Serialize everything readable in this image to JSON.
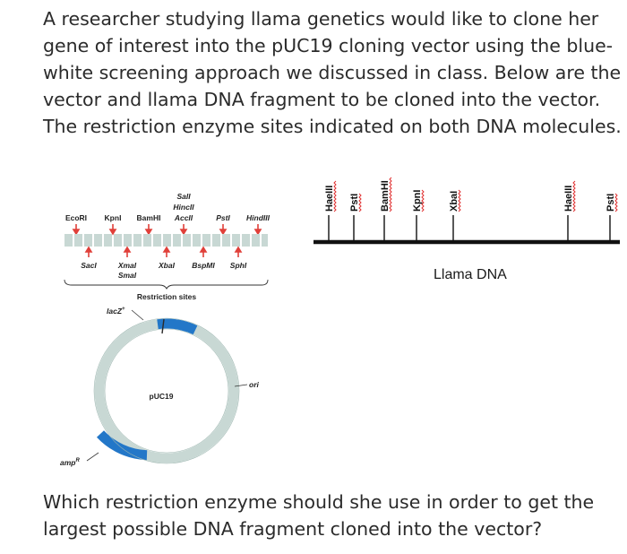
{
  "question_intro": "A researcher studying llama genetics would like to clone her gene of interest into the pUC19 cloning vector using the blue-white screening approach we discussed in class. Below are the vector and llama DNA fragment to be cloned into the vector. The restriction enzyme sites indicated on both DNA molecules.",
  "question_prompt": "Which restriction enzyme should she use in order to get the largest possible DNA fragment cloned into the vector?",
  "vector": {
    "top_sites": [
      "EcoRI",
      "KpnI",
      "BamHI",
      "SalI",
      "HincII",
      "AccII",
      "PstI",
      "HindIII"
    ],
    "bottom_sites": [
      "SacI",
      "XmaI",
      "SmaI",
      "XbaI",
      "BspMI",
      "SphI"
    ],
    "restriction_sites_label": "Restriction sites",
    "lacz_label": "lacZ",
    "lacz_sup": "+",
    "plasmid_label": "pUC19",
    "ori_label": "ori",
    "amp_label": "amp",
    "amp_sup": "R"
  },
  "llama": {
    "sites": [
      "HaeIII",
      "PstI",
      "BamHI",
      "KpnI",
      "XbaI",
      "HaeIII",
      "PstI"
    ],
    "label": "Llama DNA"
  },
  "colors": {
    "bar_fill": "#c8d8d4",
    "arrow_red": "#e0403a",
    "ring_gray": "#c8d8d4",
    "ring_blue": "#2377c8",
    "squiggle_red": "#e03030"
  }
}
